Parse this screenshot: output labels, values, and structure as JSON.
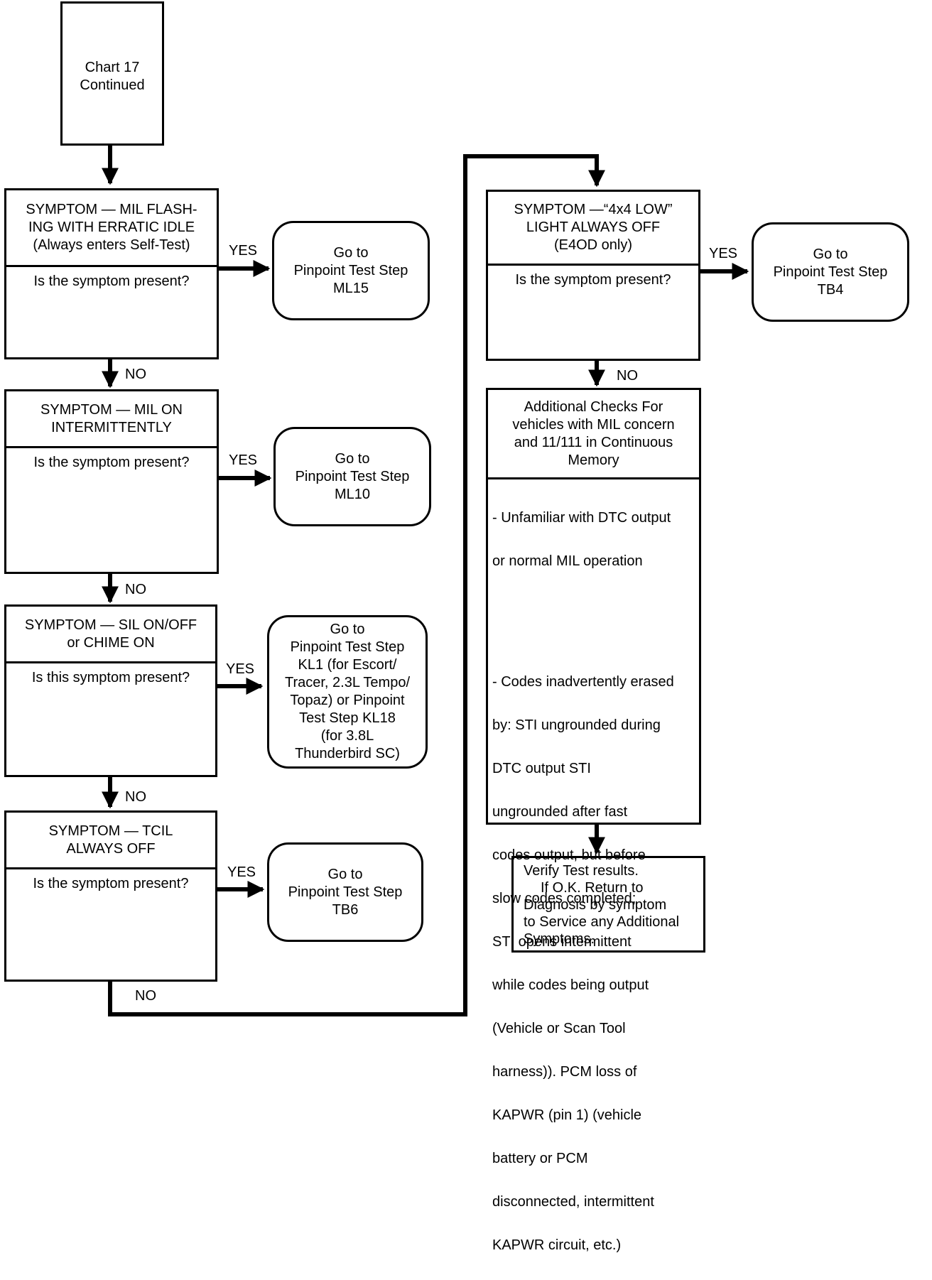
{
  "start": {
    "lines": [
      "Chart 17",
      "Continued"
    ]
  },
  "symptoms_left": [
    {
      "title": [
        "SYMPTOM — MIL FLASH-",
        "ING WITH ERRATIC IDLE",
        "(Always enters Self-Test)"
      ],
      "question": "Is the symptom present?",
      "yes_label": "YES",
      "no_label": "NO",
      "action": [
        "Go to",
        "Pinpoint Test Step",
        "ML15"
      ]
    },
    {
      "title": [
        "SYMPTOM — MIL ON",
        "INTERMITTENTLY"
      ],
      "question": "Is the symptom present?",
      "yes_label": "YES",
      "no_label": "NO",
      "action": [
        "Go to",
        "Pinpoint Test Step",
        "ML10"
      ]
    },
    {
      "title": [
        "SYMPTOM — SIL ON/OFF",
        "or CHIME ON"
      ],
      "question": "Is this symptom present?",
      "yes_label": "YES",
      "no_label": "NO",
      "action": [
        "Go to",
        "Pinpoint Test Step",
        "KL1 (for Escort/",
        "Tracer, 2.3L Tempo/",
        "Topaz) or Pinpoint",
        "Test Step KL18",
        "(for 3.8L",
        "Thunderbird SC)"
      ]
    },
    {
      "title": [
        "SYMPTOM — TCIL",
        "ALWAYS OFF"
      ],
      "question": "Is the symptom present?",
      "yes_label": "YES",
      "no_label": "NO",
      "action": [
        "Go to",
        "Pinpoint Test Step",
        "TB6"
      ]
    }
  ],
  "symptom_right": {
    "title": [
      "SYMPTOM —“4x4 LOW”",
      "LIGHT ALWAYS OFF",
      "(E4OD only)"
    ],
    "question": "Is the symptom present?",
    "yes_label": "YES",
    "no_label": "NO",
    "action": [
      "Go to",
      "Pinpoint Test Step",
      "TB4"
    ]
  },
  "additional": {
    "title": [
      "Additional Checks  For",
      "vehicles with MIL concern",
      "and 11/111 in Continuous",
      "Memory"
    ],
    "item1": [
      "- Unfamiliar with DTC output",
      "  or normal MIL operation"
    ],
    "item2": [
      "- Codes inadvertently erased",
      "  by: STI ungrounded during",
      "  DTC output                   STI",
      "  ungrounded after fast",
      "  codes output, but before",
      "  slow codes completed;",
      "  STI opens intermittent",
      "  while codes being output",
      "  (Vehicle or  Scan Tool",
      "  harness)). PCM loss of",
      "  KAPWR (pin 1) (vehicle",
      "  battery or PCM",
      "  disconnected, intermittent",
      "  KAPWR circuit, etc.)"
    ]
  },
  "verify": {
    "lines": [
      "Verify Test results.",
      "If O.K. Return to",
      "Diagnosis by symptom",
      "to Service any Additional",
      "Symptoms."
    ]
  }
}
